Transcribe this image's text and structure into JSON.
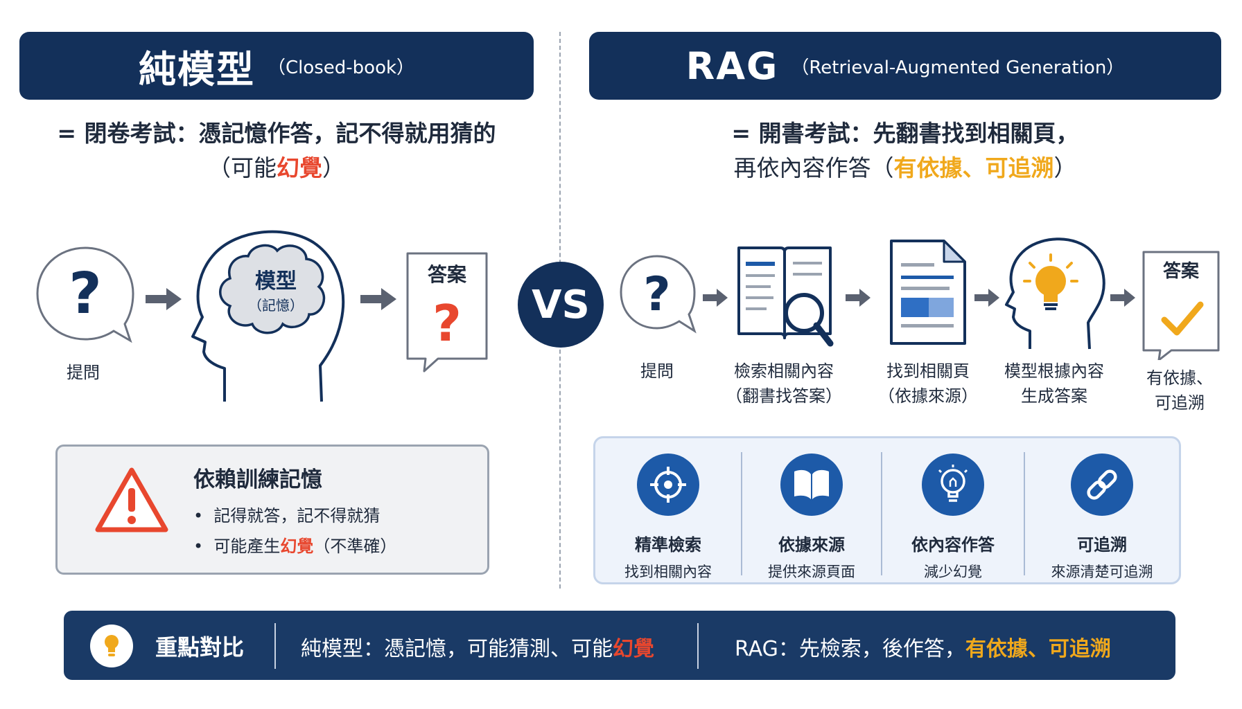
{
  "left_header": {
    "title": "純模型",
    "subtitle": "（Closed-book）"
  },
  "right_header": {
    "title": "RAG",
    "subtitle": "（Retrieval-Augmented Generation）"
  },
  "left_desc": {
    "line1": "= 閉卷考試：憑記憶作答，記不得就用猜的",
    "line2_pre": "（可能",
    "line2_hl": "幻覺",
    "line2_post": "）"
  },
  "right_desc": {
    "line1": "= 開書考試：先翻書找到相關頁，",
    "line2_pre": "再依內容作答（",
    "line2_hl": "有依據、可追溯",
    "line2_post": "）"
  },
  "left_flow": {
    "question_mark": "?",
    "ask_label": "提問",
    "brain_title": "模型",
    "brain_sub": "（記憶）",
    "answer_title": "答案",
    "answer_mark": "?"
  },
  "vs": "VS",
  "right_flow": {
    "question_mark": "?",
    "ask_label": "提問",
    "step1_l1": "檢索相關內容",
    "step1_l2": "（翻書找答案）",
    "step2_l1": "找到相關頁",
    "step2_l2": "（依據來源）",
    "step3_l1": "模型根據內容",
    "step3_l2": "生成答案",
    "answer_title": "答案",
    "answer_l1": "有依據、",
    "answer_l2": "可追溯"
  },
  "warning": {
    "title": "依賴訓練記憶",
    "bullet1": "記得就答，記不得就猜",
    "bullet2_pre": "可能產生",
    "bullet2_hl": "幻覺",
    "bullet2_post": "（不準確）"
  },
  "features": [
    {
      "icon": "target-icon",
      "title": "精準檢索",
      "desc": "找到相關內容"
    },
    {
      "icon": "book-icon",
      "title": "依據來源",
      "desc": "提供來源頁面"
    },
    {
      "icon": "lightbulb-icon",
      "title": "依內容作答",
      "desc": "減少幻覺"
    },
    {
      "icon": "link-icon",
      "title": "可追溯",
      "desc": "來源清楚可追溯"
    }
  ],
  "summary": {
    "title": "重點對比",
    "left_pre": "純模型：憑記憶，可能猜測、可能",
    "left_hl": "幻覺",
    "right_pre": "RAG：先檢索，後作答，",
    "right_hl": "有依據、可追溯"
  },
  "colors": {
    "navy": "#13305a",
    "red": "#e8472e",
    "gold": "#f0a81c",
    "blue": "#1d5aa8"
  }
}
